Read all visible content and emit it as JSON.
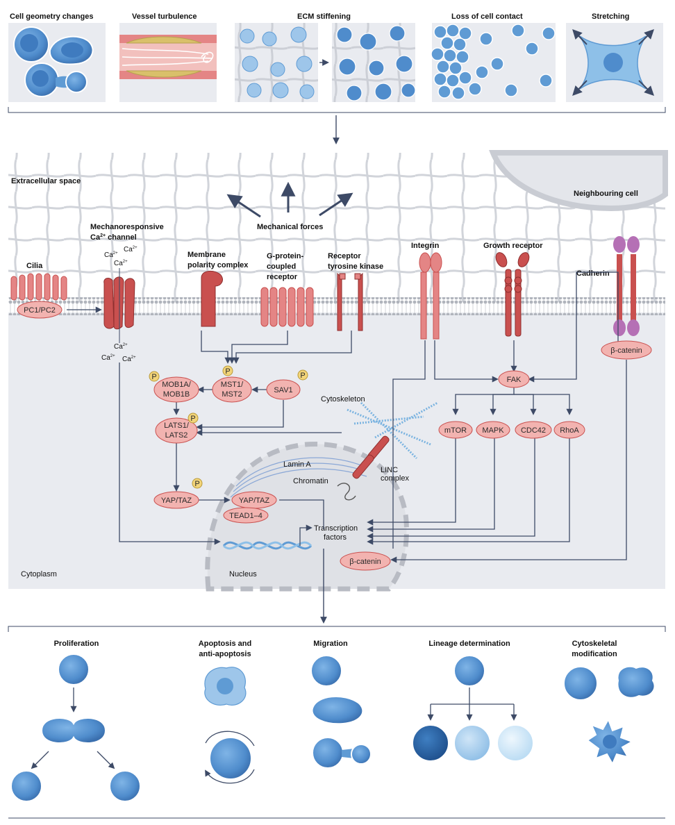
{
  "top_stimuli": {
    "cell_geometry": "Cell geometry changes",
    "vessel": "Vessel turbulence",
    "ecm": "ECM stiffening",
    "loss_contact": "Loss of cell contact",
    "stretching": "Stretching"
  },
  "regions": {
    "extracellular": "Extracellular space",
    "neighbouring": "Neighbouring cell",
    "cytoplasm": "Cytoplasm",
    "nucleus": "Nucleus",
    "mech_forces": "Mechanical forces"
  },
  "receptors": {
    "cilia": "Cilia",
    "mech_channel_1": "Mechanoresponsive",
    "mech_channel_2": "Ca",
    "mech_channel_sup": "2+",
    "mech_channel_3": " channel",
    "membrane_polarity_1": "Membrane",
    "membrane_polarity_2": "polarity complex",
    "gpcr_1": "G-protein-",
    "gpcr_2": "coupled",
    "gpcr_3": "receptor",
    "rtk_1": "Receptor",
    "rtk_2": "tyrosine kinase",
    "integrin": "Integrin",
    "growth": "Growth receptor",
    "cadherin": "Cadherin"
  },
  "ions": {
    "ca": "Ca",
    "sup": "2+"
  },
  "nodes": {
    "pc": "PC1/PC2",
    "mob_1": "MOB1A/",
    "mob_2": "MOB1B",
    "mst_1": "MST1/",
    "mst_2": "MST2",
    "sav": "SAV1",
    "lats_1": "LATS1/",
    "lats_2": "LATS2",
    "yap_cyto": "YAP/TAZ",
    "yap_nuc": "YAP/TAZ",
    "tead": "TEAD1–4",
    "fak": "FAK",
    "mtor": "mTOR",
    "mapk": "MAPK",
    "cdc42": "CDC42",
    "rhoa": "RhoA",
    "bcat_mem": "β-catenin",
    "bcat_nuc": "β-catenin",
    "p": "P"
  },
  "labels": {
    "cytoskeleton": "Cytoskeleton",
    "lamin": "Lamin A",
    "chromatin": "Chromatin",
    "linc_1": "LINC",
    "linc_2": "complex",
    "tf_1": "Transcription",
    "tf_2": "factors"
  },
  "outcomes": {
    "proliferation": "Proliferation",
    "apoptosis_1": "Apoptosis and",
    "apoptosis_2": "anti-apoptosis",
    "migration": "Migration",
    "lineage": "Lineage determination",
    "cytoskeletal_1": "Cytoskeletal",
    "cytoskeletal_2": "modification"
  },
  "colors": {
    "panel_bg": "#e9ebf0",
    "cell_blue": "#5f9bd4",
    "receptor_red": "#c9504f",
    "pill_fill": "#f2b3b0",
    "arrow": "#3d4a66",
    "phospho": "#f2d479"
  }
}
